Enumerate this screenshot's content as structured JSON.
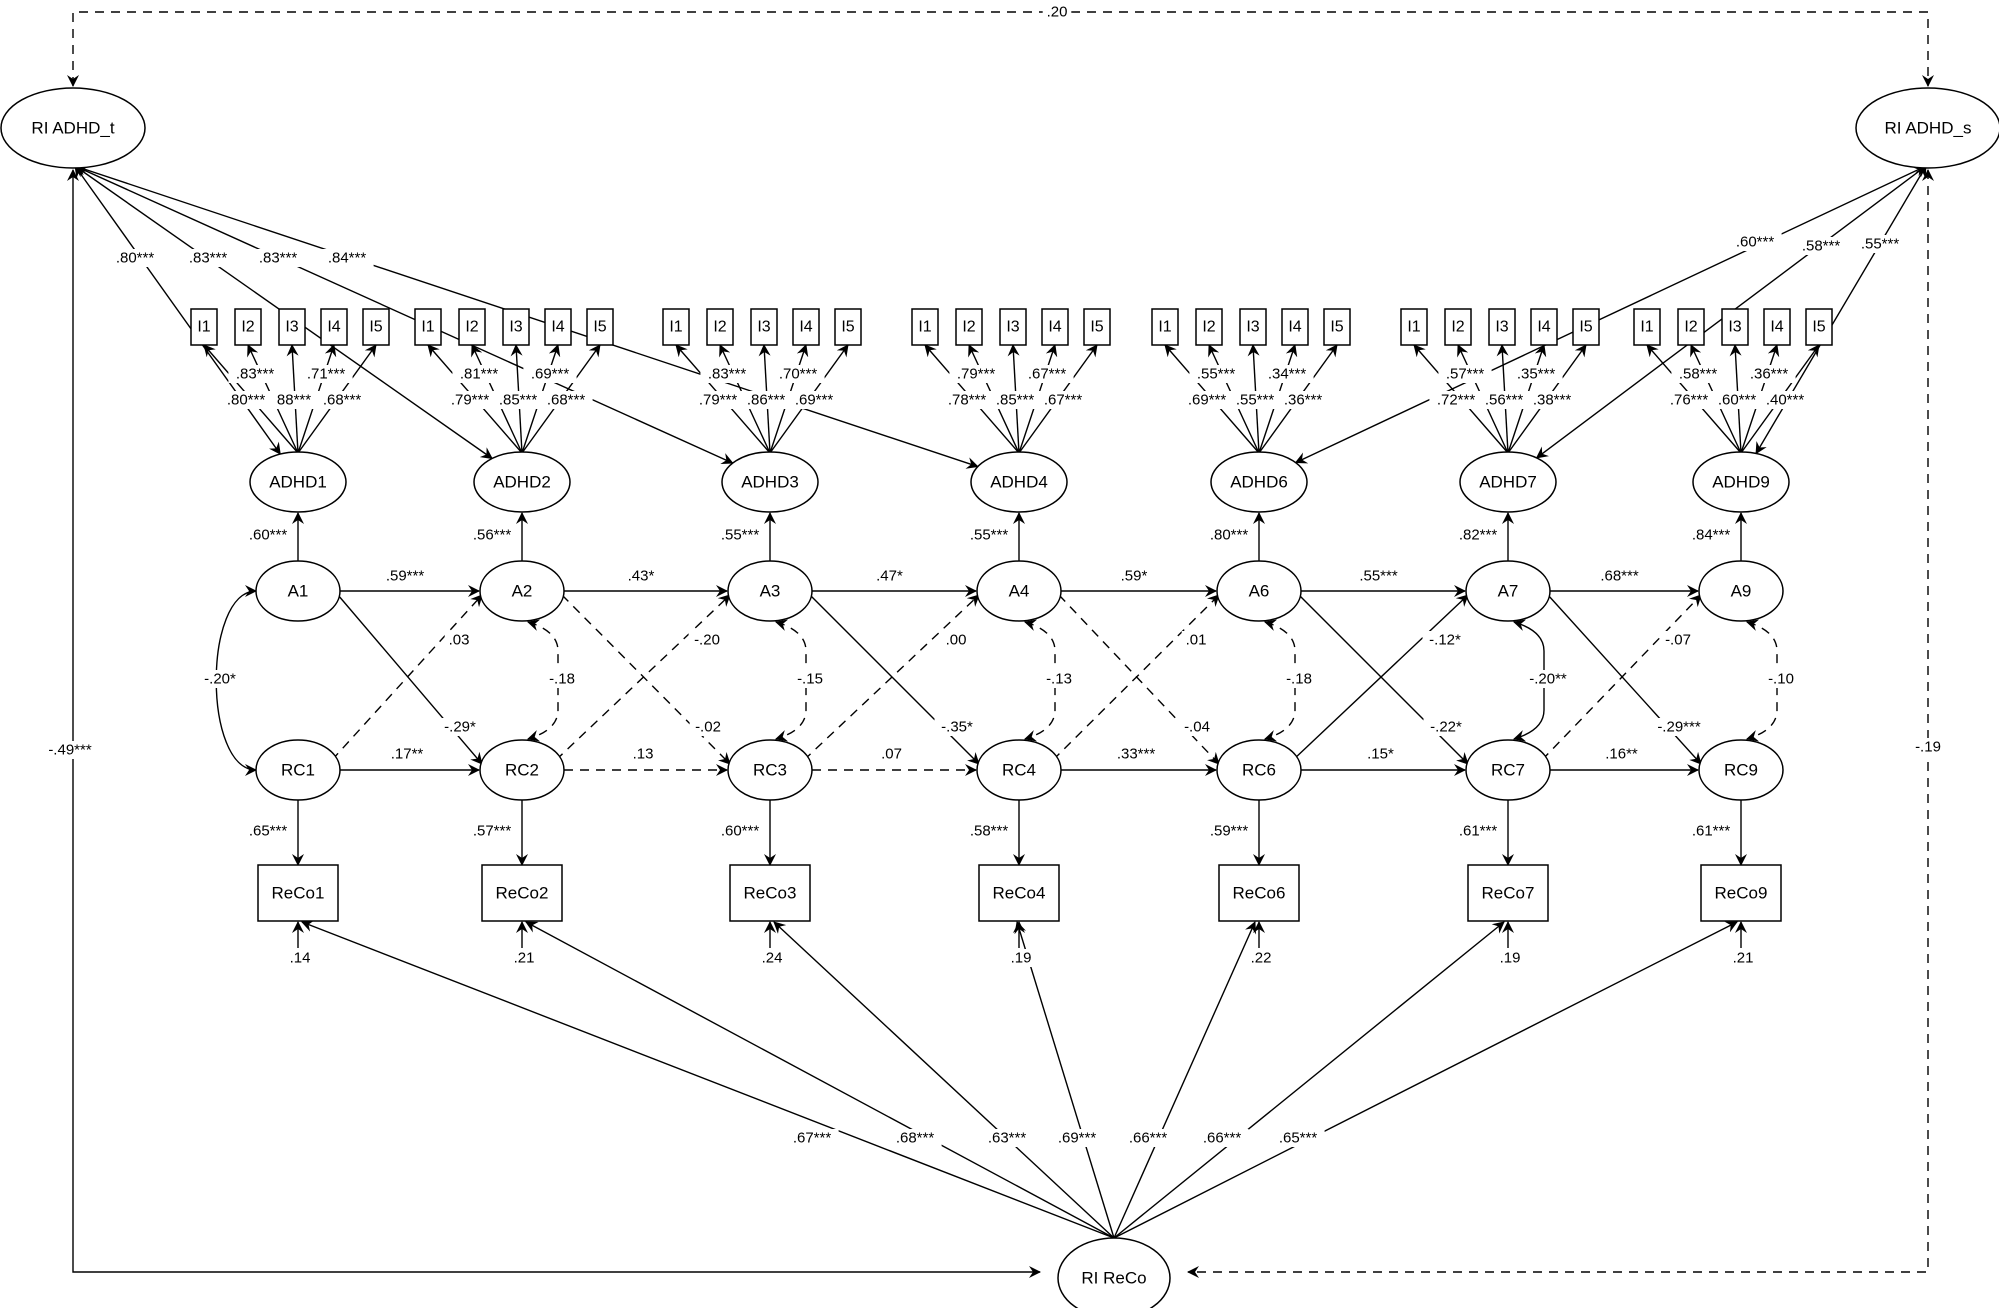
{
  "figure": {
    "type": "RI-CLPM path diagram",
    "random_intercepts": {
      "ri_adhd_t": "RI ADHD_t",
      "ri_adhd_s": "RI ADHD_s",
      "ri_reco": "RI ReCo"
    },
    "ri_covariances": {
      "adhd_t_with_adhd_s": ".20",
      "adhd_t_with_reco": "-.49***",
      "adhd_s_with_reco": "-.19"
    },
    "ri_adhd_t_loadings": [
      {
        "target": "ADHD1",
        "value": ".80***"
      },
      {
        "target": "ADHD2",
        "value": ".83***"
      },
      {
        "target": "ADHD3",
        "value": ".83***"
      },
      {
        "target": "ADHD4",
        "value": ".84***"
      }
    ],
    "ri_adhd_s_loadings": [
      {
        "target": "ADHD6",
        "value": ".60***"
      },
      {
        "target": "ADHD7",
        "value": ".58***"
      },
      {
        "target": "ADHD9",
        "value": ".55***"
      }
    ],
    "waves": [
      {
        "id": "1",
        "adhd_factor": "ADHD1",
        "within_a": "A1",
        "within_rc": "RC1",
        "reco_obs": "ReCo1",
        "items": [
          "I1",
          "I2",
          "I3",
          "I4",
          "I5"
        ],
        "item_loadings": [
          ".80***",
          ".83***",
          "88***",
          ".71***",
          ".68***"
        ],
        "a_to_adhd": ".60***",
        "rc_to_reco": ".65***",
        "reco_residual": ".14",
        "ri_reco_loading": ".67***",
        "within_cov": "-.20*"
      },
      {
        "id": "2",
        "adhd_factor": "ADHD2",
        "within_a": "A2",
        "within_rc": "RC2",
        "reco_obs": "ReCo2",
        "items": [
          "I1",
          "I2",
          "I3",
          "I4",
          "I5"
        ],
        "item_loadings": [
          ".79***",
          ".81***",
          ".85***",
          ".69***",
          ".68***"
        ],
        "a_to_adhd": ".56***",
        "rc_to_reco": ".57***",
        "reco_residual": ".21",
        "ri_reco_loading": ".68***",
        "within_cov": "-.18"
      },
      {
        "id": "3",
        "adhd_factor": "ADHD3",
        "within_a": "A3",
        "within_rc": "RC3",
        "reco_obs": "ReCo3",
        "items": [
          "I1",
          "I2",
          "I3",
          "I4",
          "I5"
        ],
        "item_loadings": [
          ".79***",
          ".83***",
          ".86***",
          ".70***",
          ".69***"
        ],
        "a_to_adhd": ".55***",
        "rc_to_reco": ".60***",
        "reco_residual": ".24",
        "ri_reco_loading": ".63***",
        "within_cov": "-.15"
      },
      {
        "id": "4",
        "adhd_factor": "ADHD4",
        "within_a": "A4",
        "within_rc": "RC4",
        "reco_obs": "ReCo4",
        "items": [
          "I1",
          "I2",
          "I3",
          "I4",
          "I5"
        ],
        "item_loadings": [
          ".78***",
          ".79***",
          ".85***",
          ".67***",
          ".67***"
        ],
        "a_to_adhd": ".55***",
        "rc_to_reco": ".58***",
        "reco_residual": ".19",
        "ri_reco_loading": ".69***",
        "within_cov": "-.13"
      },
      {
        "id": "6",
        "adhd_factor": "ADHD6",
        "within_a": "A6",
        "within_rc": "RC6",
        "reco_obs": "ReCo6",
        "items": [
          "I1",
          "I2",
          "I3",
          "I4",
          "I5"
        ],
        "item_loadings": [
          ".69***",
          ".55***",
          ".55***",
          ".34***",
          ".36***"
        ],
        "a_to_adhd": ".80***",
        "rc_to_reco": ".59***",
        "reco_residual": ".22",
        "ri_reco_loading": ".66***",
        "within_cov": "-.18"
      },
      {
        "id": "7",
        "adhd_factor": "ADHD7",
        "within_a": "A7",
        "within_rc": "RC7",
        "reco_obs": "ReCo7",
        "items": [
          "I1",
          "I2",
          "I3",
          "I4",
          "I5"
        ],
        "item_loadings": [
          ".72***",
          ".57***",
          ".56***",
          ".35***",
          ".38***"
        ],
        "a_to_adhd": ".82***",
        "rc_to_reco": ".61***",
        "reco_residual": ".19",
        "ri_reco_loading": ".66***",
        "within_cov": "-.20**"
      },
      {
        "id": "9",
        "adhd_factor": "ADHD9",
        "within_a": "A9",
        "within_rc": "RC9",
        "reco_obs": "ReCo9",
        "items": [
          "I1",
          "I2",
          "I3",
          "I4",
          "I5"
        ],
        "item_loadings": [
          ".76***",
          ".58***",
          ".60***",
          ".36***",
          ".40***"
        ],
        "a_to_adhd": ".84***",
        "rc_to_reco": ".61***",
        "reco_residual": ".21",
        "ri_reco_loading": ".65***",
        "within_cov": "-.10"
      }
    ],
    "transitions": [
      {
        "from": "1",
        "to": "2",
        "a_to_a": ".59***",
        "rc_to_rc": ".17**",
        "rc_to_a": ".03",
        "a_to_rc": "-.29*",
        "a_to_a_sig": true,
        "rc_to_rc_sig": true,
        "rc_to_a_sig": false,
        "a_to_rc_sig": true
      },
      {
        "from": "2",
        "to": "3",
        "a_to_a": ".43*",
        "rc_to_rc": ".13",
        "rc_to_a": "-.20",
        "a_to_rc": "-.02",
        "a_to_a_sig": true,
        "rc_to_rc_sig": false,
        "rc_to_a_sig": false,
        "a_to_rc_sig": false
      },
      {
        "from": "3",
        "to": "4",
        "a_to_a": ".47*",
        "rc_to_rc": ".07",
        "rc_to_a": ".00",
        "a_to_rc": "-.35*",
        "a_to_a_sig": true,
        "rc_to_rc_sig": false,
        "rc_to_a_sig": false,
        "a_to_rc_sig": true
      },
      {
        "from": "4",
        "to": "6",
        "a_to_a": ".59*",
        "rc_to_rc": ".33***",
        "rc_to_a": ".01",
        "a_to_rc": "-.04",
        "a_to_a_sig": true,
        "rc_to_rc_sig": true,
        "rc_to_a_sig": false,
        "a_to_rc_sig": false
      },
      {
        "from": "6",
        "to": "7",
        "a_to_a": ".55***",
        "rc_to_rc": ".15*",
        "rc_to_a": "-.12*",
        "a_to_rc": "-.22*",
        "a_to_a_sig": true,
        "rc_to_rc_sig": true,
        "rc_to_a_sig": true,
        "a_to_rc_sig": true
      },
      {
        "from": "7",
        "to": "9",
        "a_to_a": ".68***",
        "rc_to_rc": ".16**",
        "rc_to_a": "-.07",
        "a_to_rc": "-.29***",
        "a_to_a_sig": true,
        "rc_to_rc_sig": true,
        "rc_to_a_sig": false,
        "a_to_rc_sig": true
      }
    ]
  }
}
